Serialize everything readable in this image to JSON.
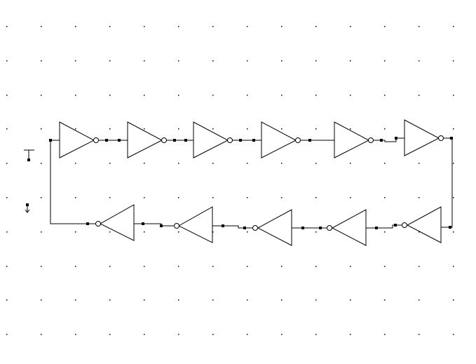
{
  "schematic": {
    "description_labels": [],
    "grid": {
      "visible": true,
      "style": "dots"
    },
    "background_color": "#ffffff",
    "line_color": "#000000",
    "components": {
      "vdd_symbol": {
        "type": "power-supply"
      },
      "gnd_symbol": {
        "type": "ground"
      },
      "inverter_count": 11,
      "top_row_direction": "right",
      "bottom_row_direction": "left"
    }
  }
}
